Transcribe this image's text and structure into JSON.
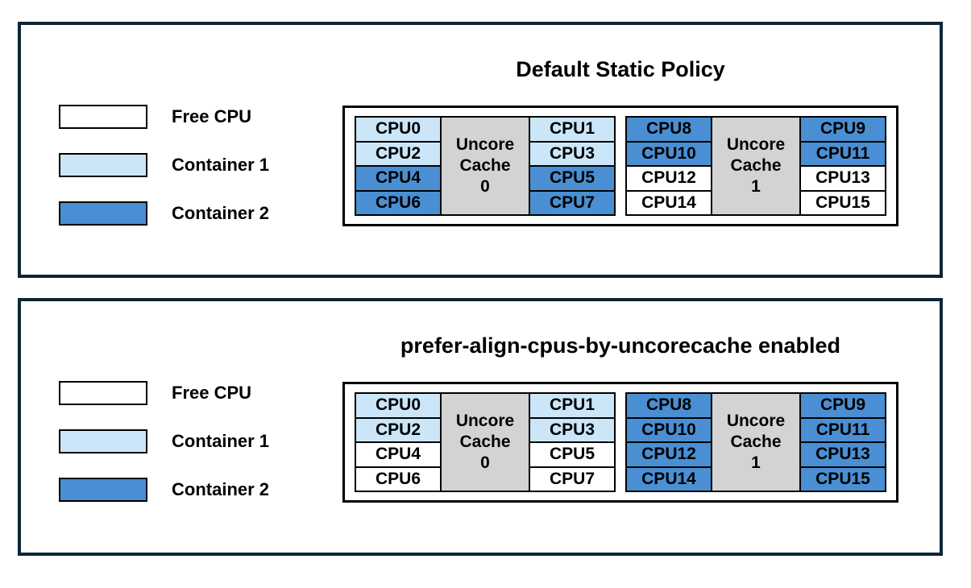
{
  "colors": {
    "free": "#ffffff",
    "container1": "#cbe6f8",
    "container2": "#4a8fd3",
    "uncore": "#d3d3d3",
    "panel_border": "#0d2637",
    "cell_border": "#000000",
    "text": "#000000"
  },
  "legend": {
    "items": [
      {
        "label": "Free CPU",
        "state": "free"
      },
      {
        "label": "Container 1",
        "state": "container1"
      },
      {
        "label": "Container 2",
        "state": "container2"
      }
    ]
  },
  "panels": [
    {
      "title": "Default Static Policy",
      "groups": [
        {
          "cache_label": "Uncore Cache",
          "cache_number": "0",
          "left_cpus": [
            {
              "label": "CPU0",
              "state": "container1"
            },
            {
              "label": "CPU2",
              "state": "container1"
            },
            {
              "label": "CPU4",
              "state": "container2"
            },
            {
              "label": "CPU6",
              "state": "container2"
            }
          ],
          "right_cpus": [
            {
              "label": "CPU1",
              "state": "container1"
            },
            {
              "label": "CPU3",
              "state": "container1"
            },
            {
              "label": "CPU5",
              "state": "container2"
            },
            {
              "label": "CPU7",
              "state": "container2"
            }
          ]
        },
        {
          "cache_label": "Uncore Cache",
          "cache_number": "1",
          "left_cpus": [
            {
              "label": "CPU8",
              "state": "container2"
            },
            {
              "label": "CPU10",
              "state": "container2"
            },
            {
              "label": "CPU12",
              "state": "free"
            },
            {
              "label": "CPU14",
              "state": "free"
            }
          ],
          "right_cpus": [
            {
              "label": "CPU9",
              "state": "container2"
            },
            {
              "label": "CPU11",
              "state": "container2"
            },
            {
              "label": "CPU13",
              "state": "free"
            },
            {
              "label": "CPU15",
              "state": "free"
            }
          ]
        }
      ]
    },
    {
      "title": "prefer-align-cpus-by-uncorecache enabled",
      "groups": [
        {
          "cache_label": "Uncore Cache",
          "cache_number": "0",
          "left_cpus": [
            {
              "label": "CPU0",
              "state": "container1"
            },
            {
              "label": "CPU2",
              "state": "container1"
            },
            {
              "label": "CPU4",
              "state": "free"
            },
            {
              "label": "CPU6",
              "state": "free"
            }
          ],
          "right_cpus": [
            {
              "label": "CPU1",
              "state": "container1"
            },
            {
              "label": "CPU3",
              "state": "container1"
            },
            {
              "label": "CPU5",
              "state": "free"
            },
            {
              "label": "CPU7",
              "state": "free"
            }
          ]
        },
        {
          "cache_label": "Uncore Cache",
          "cache_number": "1",
          "left_cpus": [
            {
              "label": "CPU8",
              "state": "container2"
            },
            {
              "label": "CPU10",
              "state": "container2"
            },
            {
              "label": "CPU12",
              "state": "container2"
            },
            {
              "label": "CPU14",
              "state": "container2"
            }
          ],
          "right_cpus": [
            {
              "label": "CPU9",
              "state": "container2"
            },
            {
              "label": "CPU11",
              "state": "container2"
            },
            {
              "label": "CPU13",
              "state": "container2"
            },
            {
              "label": "CPU15",
              "state": "container2"
            }
          ]
        }
      ]
    }
  ]
}
